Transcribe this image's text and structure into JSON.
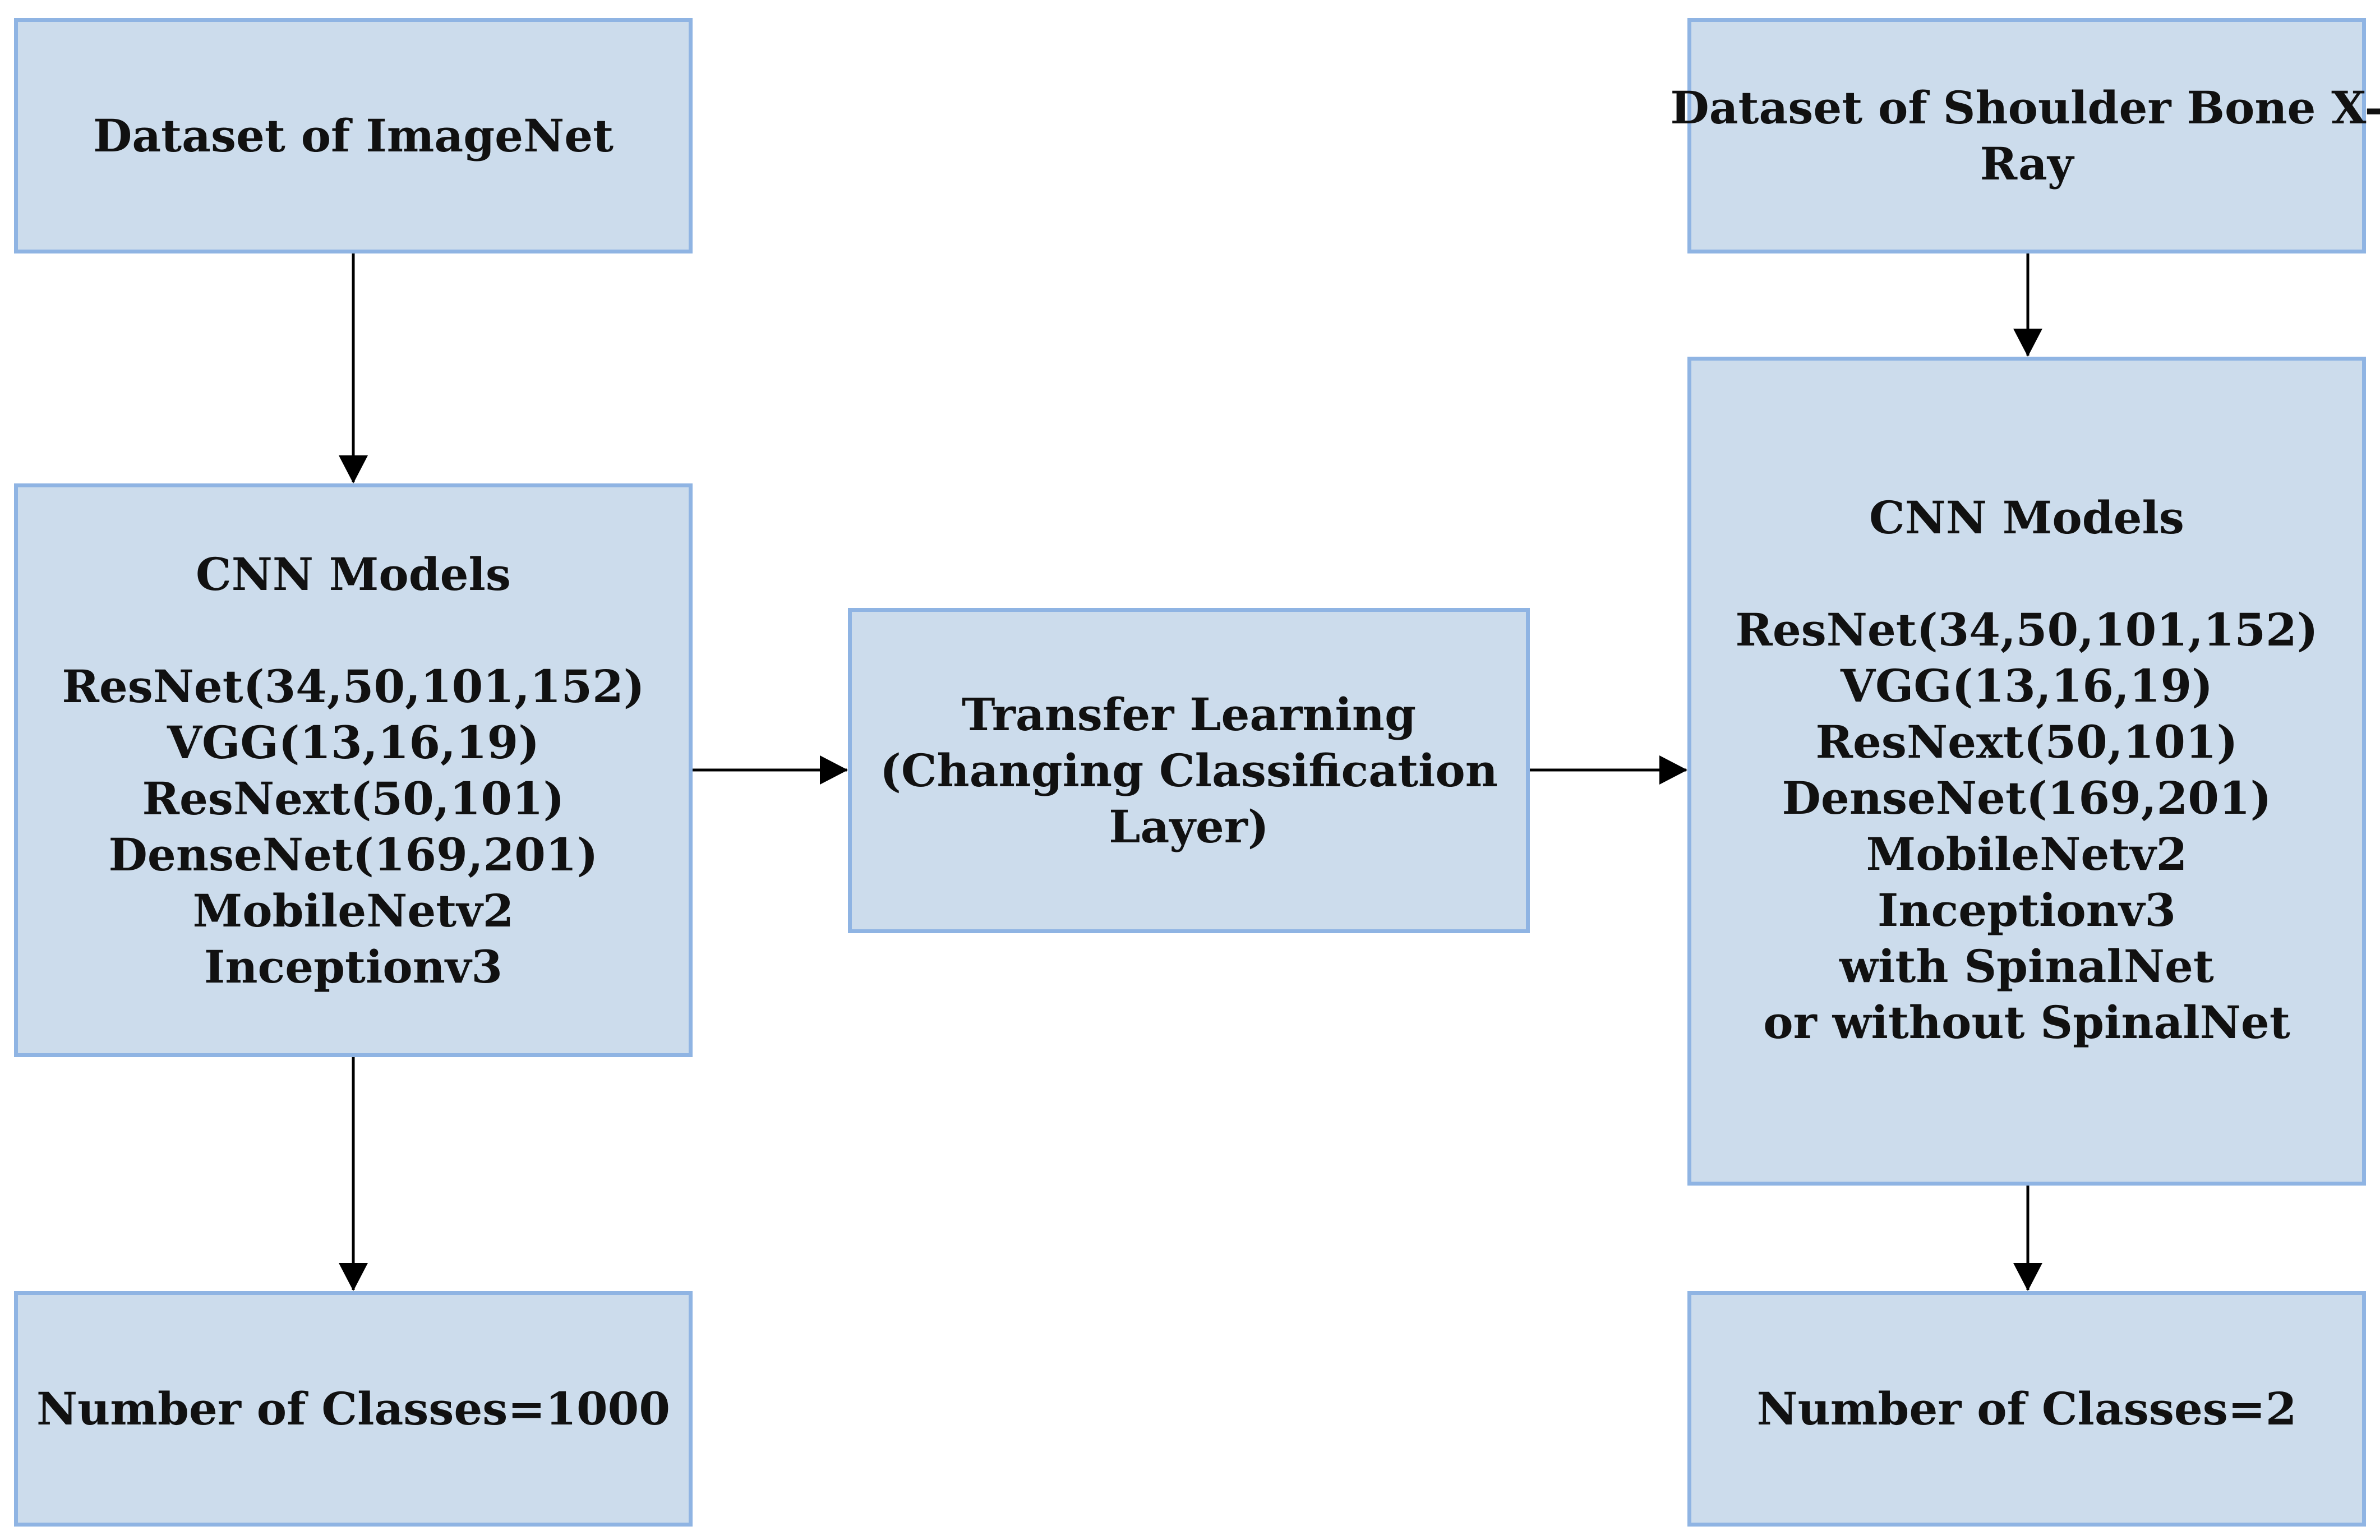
{
  "boxes": {
    "imagenet_dataset": "Dataset of ImageNet",
    "source_models": {
      "title": "CNN Models",
      "lines": [
        "ResNet(34,50,101,152)",
        "VGG(13,16,19)",
        "ResNext(50,101)",
        "DenseNet(169,201)",
        "MobileNetv2",
        "Inceptionv3"
      ]
    },
    "source_classes": "Number of Classes=1000",
    "transfer_learning": {
      "lines": [
        "Transfer Learning",
        "(Changing Classification",
        "Layer)"
      ]
    },
    "xray_dataset": {
      "lines": [
        "Dataset of Shoulder Bone X-",
        "Ray"
      ]
    },
    "target_models": {
      "title": "CNN Models",
      "lines": [
        "ResNet(34,50,101,152)",
        "VGG(13,16,19)",
        "ResNext(50,101)",
        "DenseNet(169,201)",
        "MobileNetv2",
        "Inceptionv3",
        "with SpinalNet",
        "or without SpinalNet"
      ]
    },
    "target_classes": "Number of Classes=2"
  },
  "colors": {
    "box_fill": "#ccdcec",
    "box_border": "#8fb4e3",
    "arrow": "#000000",
    "text": "#111111"
  }
}
